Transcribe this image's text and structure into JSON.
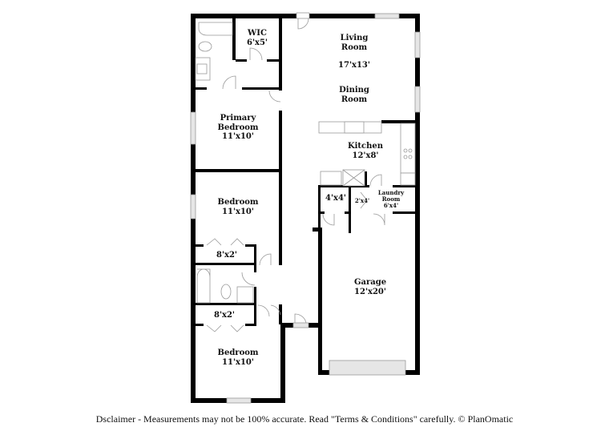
{
  "floorplan": {
    "rooms": [
      {
        "id": "wic",
        "name": "WIC",
        "dims": "6'x5'"
      },
      {
        "id": "living",
        "name": "Living Room",
        "name_line1": "Living",
        "name_line2": "Room",
        "dims": "17'x13'"
      },
      {
        "id": "dining",
        "name": "Dining Room",
        "name_line1": "Dining",
        "name_line2": "Room"
      },
      {
        "id": "primary-bedroom",
        "name": "Primary Bedroom",
        "name_line1": "Primary",
        "name_line2": "Bedroom",
        "dims": "11'x10'"
      },
      {
        "id": "kitchen",
        "name": "Kitchen",
        "dims": "12'x8'"
      },
      {
        "id": "closet-4x4",
        "name": "",
        "dims": "4'x4'"
      },
      {
        "id": "closet-2x4",
        "name": "",
        "dims": "2'x4'"
      },
      {
        "id": "laundry",
        "name": "Laundry Room",
        "name_line1": "Laundry",
        "name_line2": "Room",
        "dims": "6'x4'"
      },
      {
        "id": "bedroom-2",
        "name": "Bedroom",
        "dims": "11'x10'"
      },
      {
        "id": "closet-8x2-a",
        "name": "",
        "dims": "8'x2'"
      },
      {
        "id": "garage",
        "name": "Garage",
        "dims": "12'x20'"
      },
      {
        "id": "closet-8x2-b",
        "name": "",
        "dims": "8'x2'"
      },
      {
        "id": "bedroom-3",
        "name": "Bedroom",
        "dims": "11'x10'"
      }
    ],
    "colors": {
      "wall": "#000000",
      "fixture": "#9a9a9a",
      "window": "#cfcfcf",
      "background": "#ffffff"
    }
  },
  "footer": {
    "disclaimer": "Dsclaimer - Measurements may not be 100% accurate. Read \"Terms & Conditions\" carefully. © PlanOmatic"
  }
}
